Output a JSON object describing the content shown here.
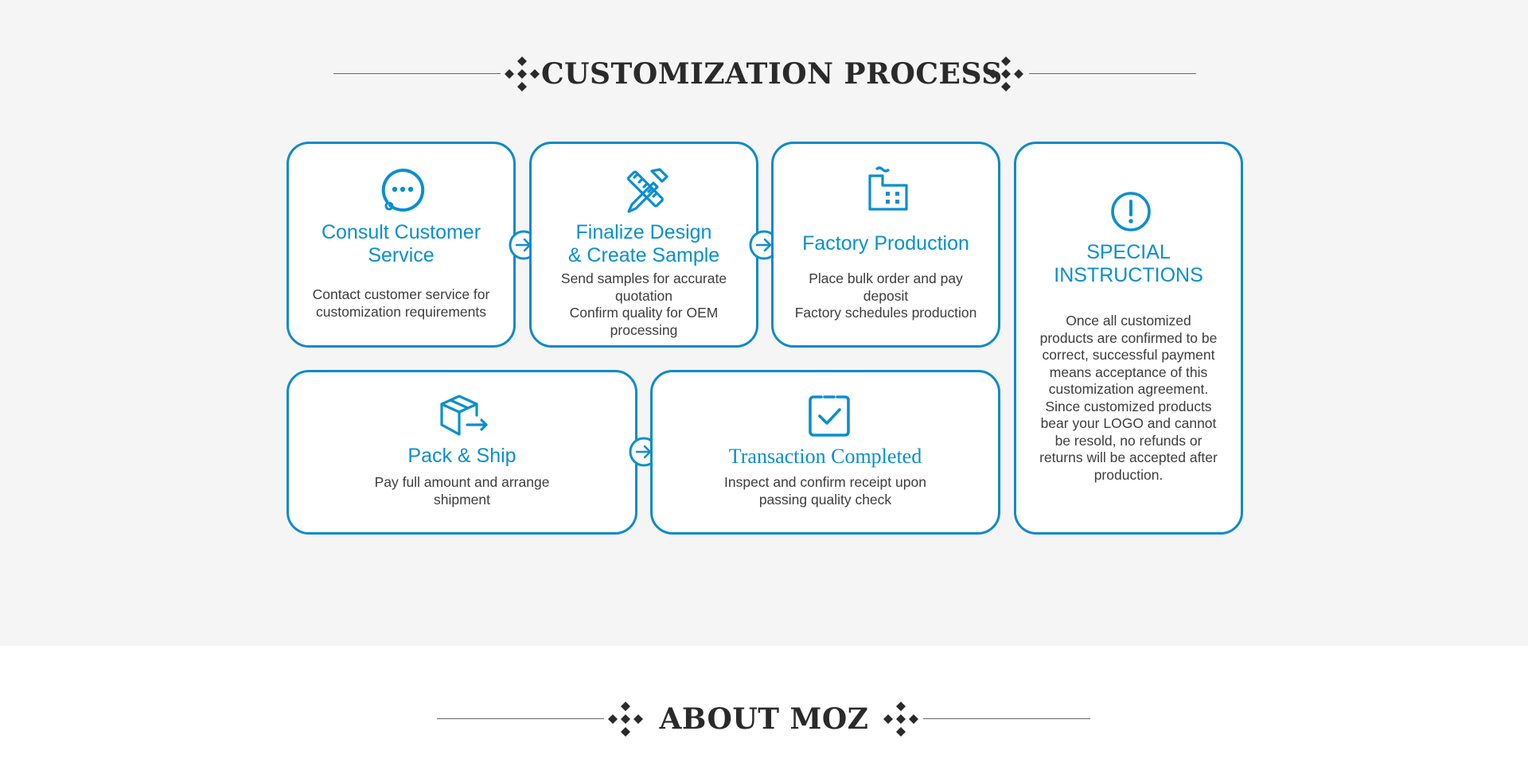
{
  "customization": {
    "heading": "CUSTOMIZATION PROCESS",
    "steps": [
      {
        "icon": "chat-bubble-icon",
        "title": "Consult Customer\nService",
        "description": "Contact customer service for\ncustomization requirements"
      },
      {
        "icon": "ruler-pencil-icon",
        "title": "Finalize Design\n& Create Sample",
        "description": "Send samples for accurate\nquotation\nConfirm quality for OEM\nprocessing"
      },
      {
        "icon": "factory-icon",
        "title": "Factory Production",
        "description": "Place bulk order and pay\ndeposit\nFactory schedules production"
      },
      {
        "icon": "package-box-icon",
        "title": "Pack & Ship",
        "description": "Pay full amount and arrange\nshipment"
      },
      {
        "icon": "clipboard-check-icon",
        "title": "Transaction Completed",
        "description": "Inspect and confirm receipt upon\npassing quality check"
      }
    ],
    "special": {
      "icon": "exclamation-circle-icon",
      "title": "SPECIAL\nINSTRUCTIONS",
      "description": "Once all customized\nproducts are confirmed to be\ncorrect, successful payment\nmeans acceptance of this\ncustomization agreement.\nSince customized products\nbear your LOGO and cannot\nbe resold, no refunds or\nreturns will be accepted after\nproduction."
    },
    "connector_icon": "arrow-right-circle-icon"
  },
  "about": {
    "heading": "ABOUT MOZ"
  },
  "colors": {
    "accent": "#0d8ac9",
    "heading_text": "#2a2a2a",
    "body_text": "#3d3d3d",
    "band_background": "#f5f5f5"
  }
}
